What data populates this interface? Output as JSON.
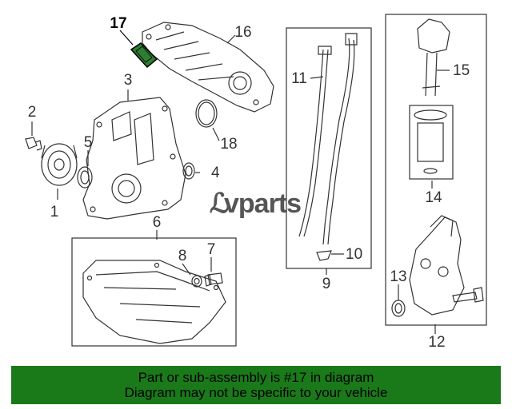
{
  "callouts": {
    "c1": "1",
    "c2": "2",
    "c3": "3",
    "c4": "4",
    "c5": "5",
    "c6": "6",
    "c7": "7",
    "c8": "8",
    "c9": "9",
    "c10": "10",
    "c11": "11",
    "c12": "12",
    "c13": "13",
    "c14": "14",
    "c15": "15",
    "c16": "16",
    "c17": "17",
    "c18": "18"
  },
  "highlighted_part": "17",
  "highlight_color": "#2e7d32",
  "watermark": {
    "text": "vparts",
    "mark": "ℒ"
  },
  "banner": {
    "line1": "Part or sub-assembly is #17 in diagram",
    "line2": "Diagram may not be specific to your vehicle",
    "color": "#1a7a1a"
  }
}
